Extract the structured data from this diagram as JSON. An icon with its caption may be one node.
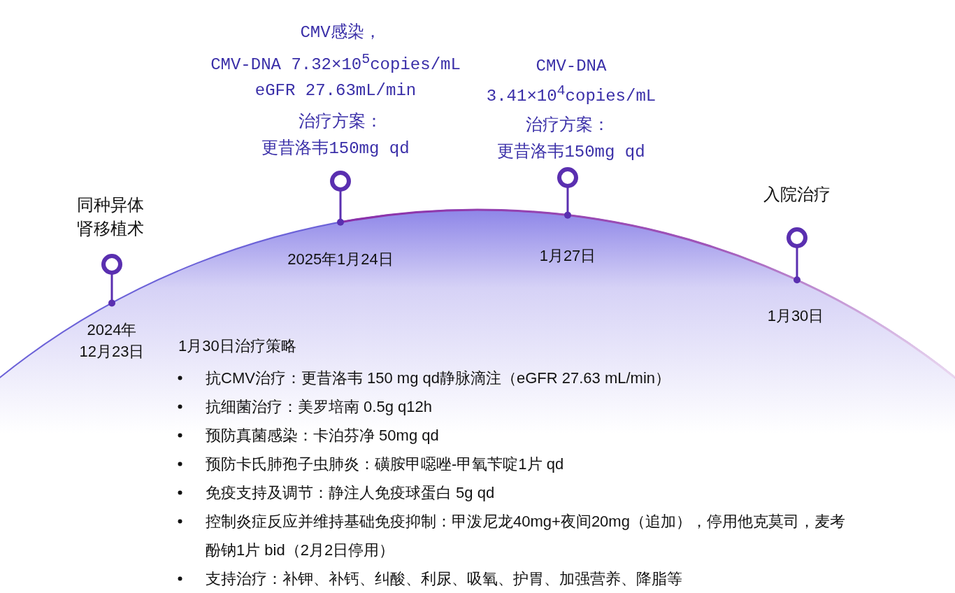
{
  "diagram": {
    "labels": [
      "CMV感染，",
      "CMV-DNA 7.32×10$^{5}$copies/mL",
      "eGFR 27.63mL/min",
      "治疗方案：",
      "更昔洛韦150mg qd",
      "CMV-DNA",
      "3.41×10$^{4}$copies/mL",
      "治疗方案：",
      "更昔洛韦150mg qd",
      "入院治疗",
      "同种异体肾移植术",
      "2025年1月24日",
      "1月27日",
      "2024年12月23日",
      "1月30日",
      "1月30日治疗策略",
      "抗CMV治疗：更昔洛韦 150 mg  qd静脉滴注（eGFR 27.63 mL/min）",
      "抗细菌治疗：美罗培南 0.5g q12h",
      "预防真菌感染：卡泊芬净 50mg  qd",
      "预防卡氏肺孢子虫肺炎：磺胺甲噁唑-甲氧苄啶1片 qd",
      "免疫支持及调节：静注人免疫球蛋白 5g qd",
      "控制炎症反应并维持基础免疫抑制：甲泼尼龙40mg+夜间20mg（追加），停用他克莫司，麦考酚钠1片 bid（2月2日停用）",
      "支持治疗：补钾、补钙、纠酸、利尿、吸氧、护胃、加强营养、降脂等"
    ]
  }
}
